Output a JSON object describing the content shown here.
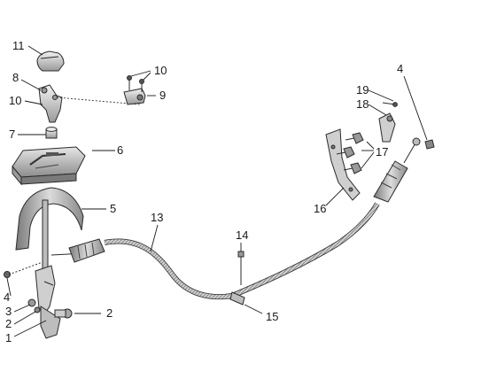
{
  "callouts": {
    "c1": "1",
    "c2a": "2",
    "c2b": "2",
    "c3": "3",
    "c4a": "4",
    "c4b": "4",
    "c5": "5",
    "c6": "6",
    "c7": "7",
    "c8": "8",
    "c9": "9",
    "c10a": "10",
    "c10b": "10",
    "c11": "11",
    "c13": "13",
    "c14": "14",
    "c15": "15",
    "c16": "16",
    "c17": "17",
    "c18": "18",
    "c19": "19"
  },
  "colors": {
    "line": "#1a1a1a",
    "part_fill": "#d4d4d4",
    "part_dark": "#8a8a8a",
    "cable": "#bdbdbd"
  }
}
